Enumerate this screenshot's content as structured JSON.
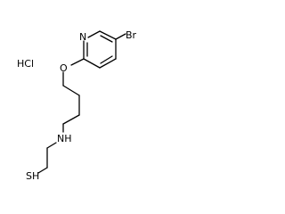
{
  "molecule": {
    "atom_labels": {
      "nitrogen_ring": "N",
      "bromine": "Br",
      "oxygen": "O",
      "amine": "NH",
      "thiol": "SH"
    },
    "salt_label": "HCl"
  },
  "colors": {
    "nitrogen": "#3a3aff",
    "bromine": "#a52a2a",
    "oxygen": "#ff2a2a",
    "sulfur": "#c8a000",
    "bond": "#000000"
  }
}
